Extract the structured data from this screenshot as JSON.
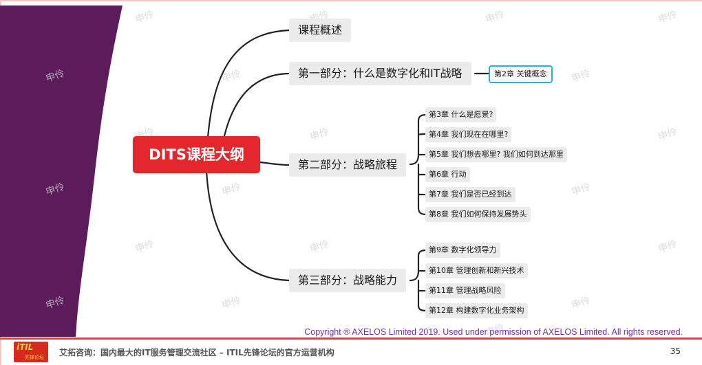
{
  "mindmap": {
    "central": "DITS课程大纲",
    "overview": "课程概述",
    "part1": {
      "label": "第一部分：什么是数字化和IT战略",
      "chapter": "第2章 关键概念"
    },
    "part2": {
      "label": "第二部分：战略旅程",
      "chapters": [
        "第3章 什么是愿景?",
        "第4章 我们现在在哪里?",
        "第5章 我们想去哪里? 我们如何到达那里",
        "第6章 行动",
        "第7章 我们是否已经到达",
        "第8章 我们如何保持发展势头"
      ]
    },
    "part3": {
      "label": "第三部分：战略能力",
      "chapters": [
        "第9章 数字化领导力",
        "第10章 管理创新和新兴技术",
        "第11章 管理战略风险",
        "第12章 构建数字化业务架构"
      ]
    }
  },
  "watermark": "申伶",
  "copyright": "Copyright ® AXELOS Limited 2019. Used under permission of AXELOS Limited. All rights reserved.",
  "footer": {
    "logo_text": "iTIL",
    "logo_subtext": "先锋论坛",
    "text": "艾拓咨询：国内最大的IT服务管理交流社区 – ITIL先锋论坛的官方运营机构",
    "page_number": "35"
  },
  "colors": {
    "sidebar": "#5c1c5c",
    "central": "#e3272d",
    "connector": "#222222",
    "key_border": "#31b0d5",
    "copyright": "#7030a0",
    "footer_line": "#dd3f3f"
  }
}
